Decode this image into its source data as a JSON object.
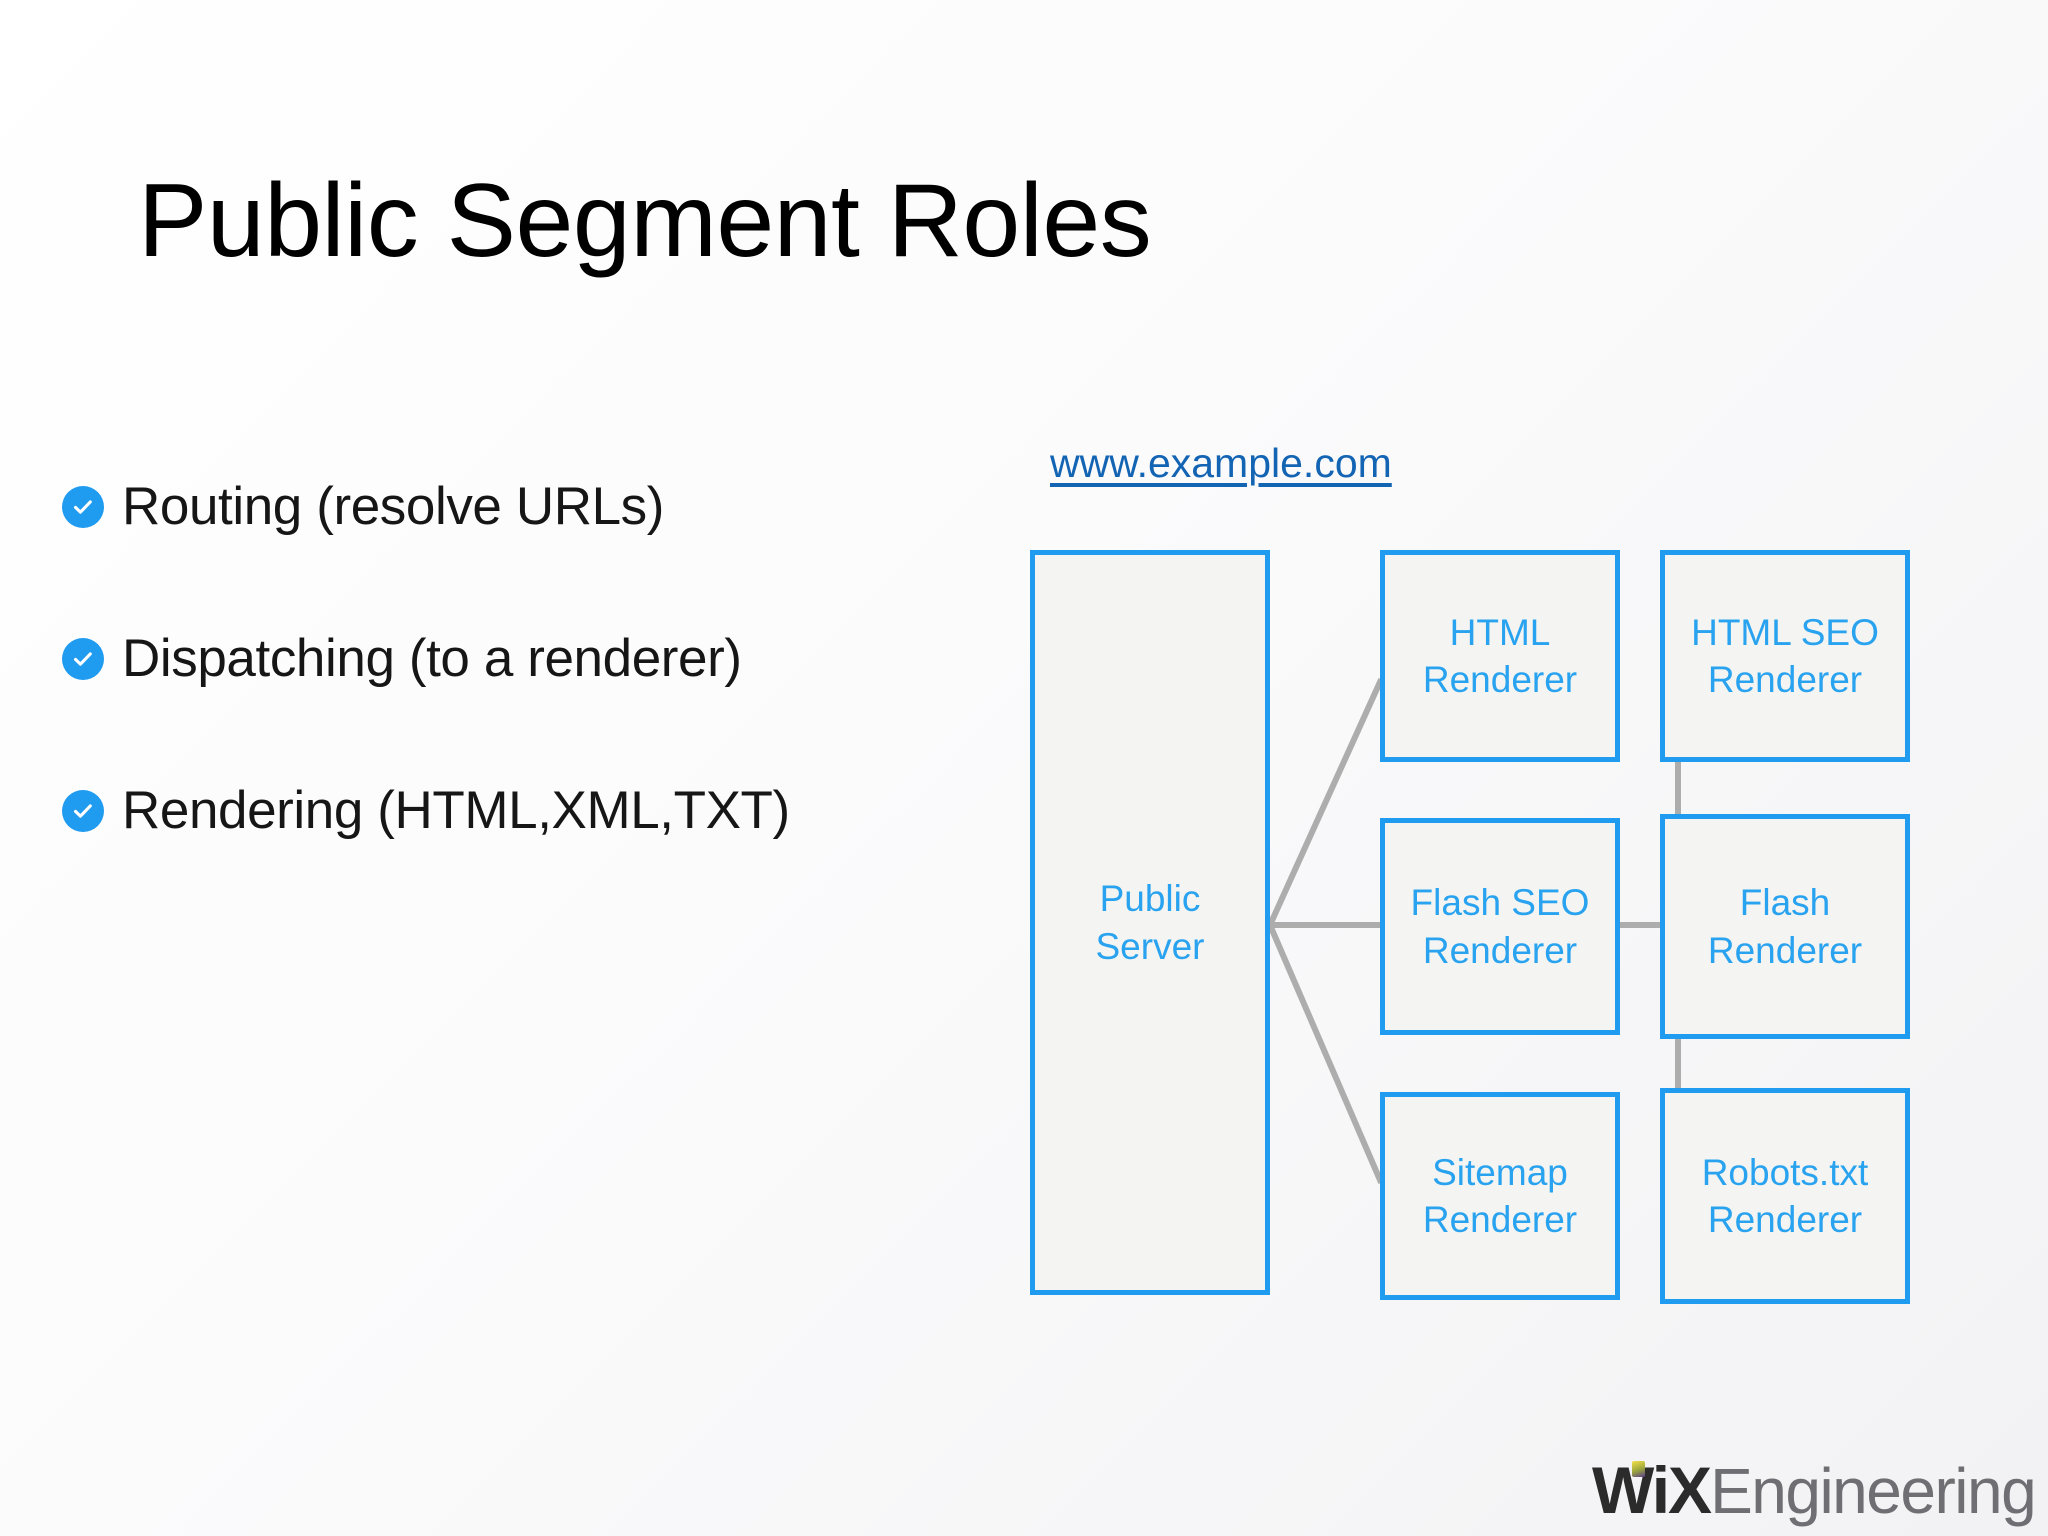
{
  "slide": {
    "title": "Public Segment Roles",
    "accent_blue": "#1f9bf0",
    "node_text_blue": "#29a3ef",
    "link_blue": "#1464b4",
    "connector_gray": "#adadad",
    "node_fill": "#f4f4f2"
  },
  "bullets": [
    {
      "icon": "check-circle-icon",
      "label": "Routing (resolve URLs)"
    },
    {
      "icon": "check-circle-icon",
      "label": "Dispatching (to a renderer)"
    },
    {
      "icon": "check-circle-icon",
      "label": "Rendering (HTML,XML,TXT)"
    }
  ],
  "diagram": {
    "url_label": "www.example.com",
    "nodes": {
      "public_server": {
        "line1": "Public",
        "line2": "Server"
      },
      "html_renderer": {
        "line1": "HTML",
        "line2": "Renderer"
      },
      "html_seo_renderer": {
        "line1": "HTML SEO",
        "line2": "Renderer"
      },
      "flash_seo_renderer": {
        "line1": "Flash SEO",
        "line2": "Renderer"
      },
      "flash_renderer": {
        "line1": "Flash",
        "line2": "Renderer"
      },
      "sitemap_renderer": {
        "line1": "Sitemap",
        "line2": "Renderer"
      },
      "robots_renderer": {
        "line1": "Robots.txt",
        "line2": "Renderer"
      }
    }
  },
  "logo": {
    "brand": "WiX",
    "suffix": "Engineering"
  }
}
